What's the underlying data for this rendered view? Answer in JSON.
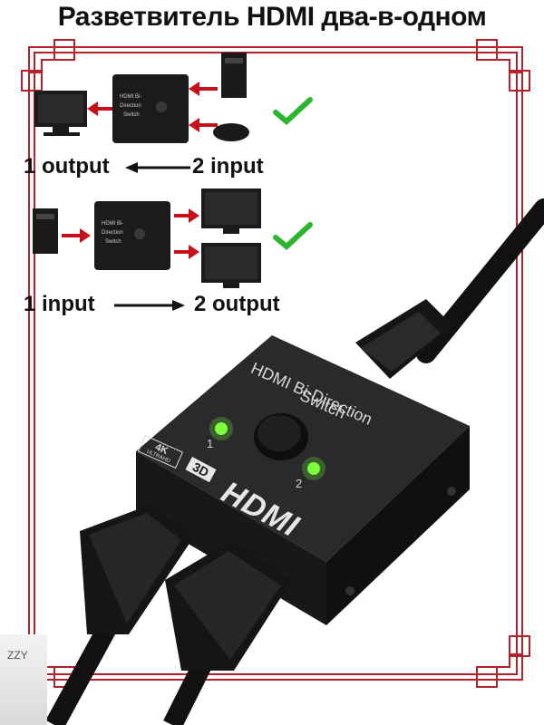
{
  "title": "Разветвитель HDMI два-в-одном",
  "diagram": {
    "top": {
      "left_label": "1 output",
      "right_label": "2 input"
    },
    "bottom": {
      "left_label": "1 input",
      "right_label": "2 output"
    },
    "mini_switch_label": "HDMI Bi-Direction Switch"
  },
  "device": {
    "name_line1": "HDMI Bi-Direction",
    "name_line2": "Switch",
    "badge_4k": "4K",
    "badge_ultrahd": "ULTRAHD",
    "badge_3d": "3D",
    "brand": "HDMI",
    "port1": "1",
    "port2": "2",
    "led_color": "#7dff3a"
  },
  "colors": {
    "frame": "#b8202a",
    "arrow": "#c8101a",
    "check": "#2db52d",
    "device_body": "#1b1b1d"
  },
  "watermark": "ZZY"
}
